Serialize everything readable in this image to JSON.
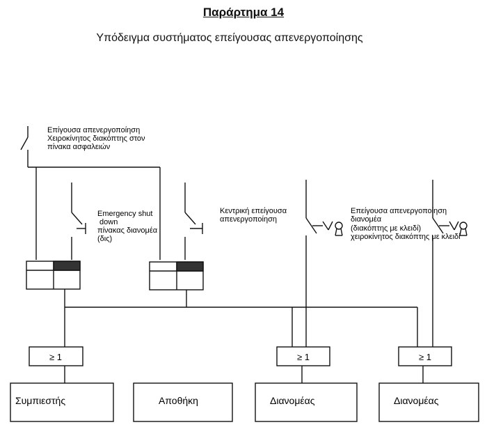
{
  "header": {
    "title": "Παράρτημα 14",
    "subtitle": "Υπόδειγμα συστήματος επείγουσας απενεργοποίησης"
  },
  "labels": {
    "main_switch": [
      "Επίγουσα απενεργοποίηση",
      "Χειροκίνητος διακόπτης στον",
      "πίνακα ασφαλειών"
    ],
    "panel_switch": [
      "Emergency shut",
      " down",
      "πίνακας διανομέα",
      "(δις)"
    ],
    "central_switch": [
      "Κεντρική επείγουσα",
      "απενεργοποίηση"
    ],
    "dispenser_switch": [
      "Επείγουσα απενεργοποίηση",
      "διανομέα",
      "(διακόπτης με κλειδί)",
      "χειροκίνητος διακόπτης με κλειδί"
    ]
  },
  "gates": [
    "≥ 1",
    "≥ 1",
    "≥ 1"
  ],
  "boxes": [
    "Συμπιεστής",
    "Αποθήκη",
    "Διανομέας",
    "Διανομέας"
  ]
}
